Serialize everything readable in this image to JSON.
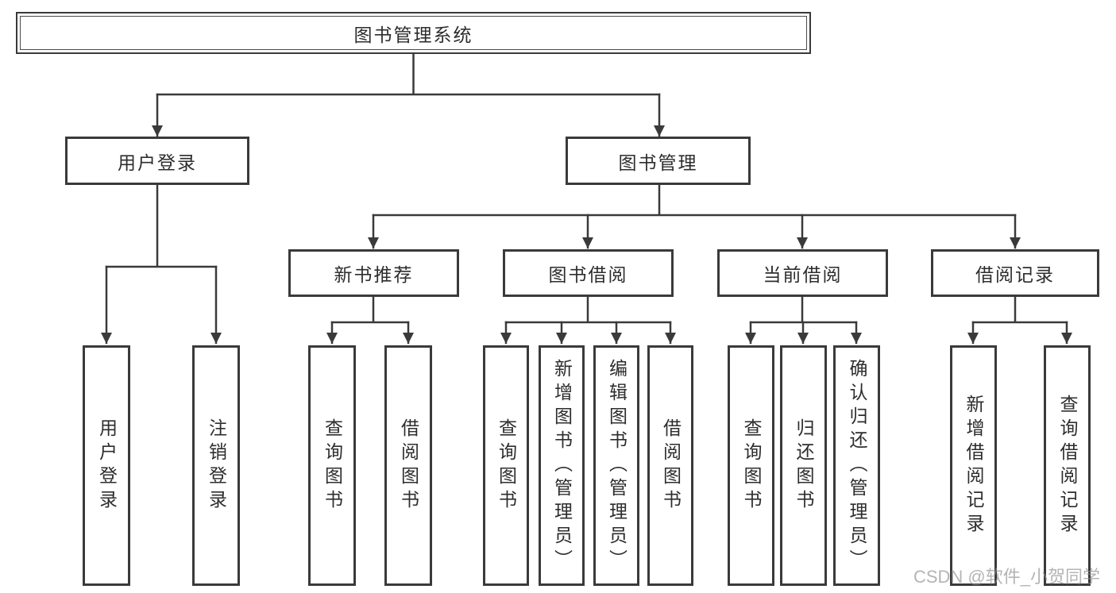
{
  "tree": {
    "root": "图书管理系统",
    "branches": [
      {
        "label": "用户登录",
        "leaves": [
          "用户登录",
          "注销登录"
        ]
      },
      {
        "label": "图书管理",
        "groups": [
          {
            "label": "新书推荐",
            "leaves": [
              "查询图书",
              "借阅图书"
            ]
          },
          {
            "label": "图书借阅",
            "leaves": [
              "查询图书",
              "新增图书（管理员）",
              "编辑图书（管理员）",
              "借阅图书"
            ]
          },
          {
            "label": "当前借阅",
            "leaves": [
              "查询图书",
              "归还图书",
              "确认归还（管理员）"
            ]
          },
          {
            "label": "借阅记录",
            "leaves": [
              "新增借阅记录",
              "查询借阅记录"
            ]
          }
        ]
      }
    ]
  },
  "watermark": "CSDN @软件_小贺同学",
  "colors": {
    "background": "#ffffff",
    "box_fill": "#ffffff",
    "box_border": "#3a3a3a",
    "connector_line": "#3a3a3a",
    "text": "#2d2d2d",
    "watermark_text": "#8c8c8c"
  }
}
